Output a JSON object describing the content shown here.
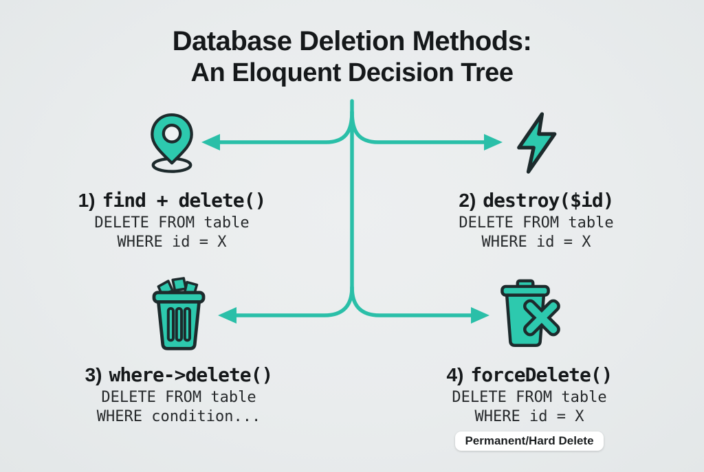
{
  "title": {
    "line1": "Database Deletion Methods:",
    "line2": "An Eloquent Decision Tree"
  },
  "colors": {
    "bg": "#e9eced",
    "accent": "#2abfa8",
    "icon-fill": "#2dc9ae",
    "outline": "#1d2a2c",
    "text": "#15181a",
    "sql": "#26292b",
    "badge-bg": "#ffffff"
  },
  "methods": [
    {
      "number": "1)",
      "name": "find + delete()",
      "sql_line1": "DELETE FROM table",
      "sql_line2": "WHERE id = X",
      "icon": "map-pin-icon"
    },
    {
      "number": "2)",
      "name": "destroy($id)",
      "sql_line1": "DELETE FROM table",
      "sql_line2": "WHERE id = X",
      "icon": "lightning-bolt-icon"
    },
    {
      "number": "3)",
      "name": "where->delete()",
      "sql_line1": "DELETE FROM table",
      "sql_line2": "WHERE condition...",
      "icon": "full-trash-icon"
    },
    {
      "number": "4)",
      "name": "forceDelete()",
      "sql_line1": "DELETE FROM table",
      "sql_line2": "WHERE id = X",
      "icon": "trash-x-icon",
      "badge": "Permanent/Hard Delete"
    }
  ]
}
